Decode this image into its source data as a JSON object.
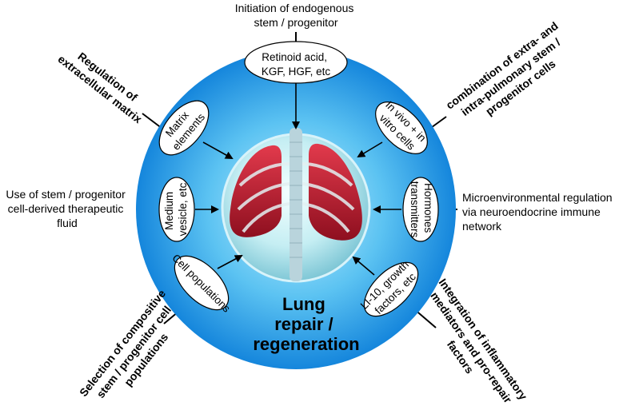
{
  "center_label": [
    "Lung",
    "repair /",
    "regeneration"
  ],
  "outer_labels": {
    "top": [
      "Initiation of endogenous",
      "stem / progenitor"
    ],
    "top_left": [
      "Regulation of",
      "extracellular matrix"
    ],
    "top_right": [
      "combination of  extra- and",
      "intra-pulmonary stem /",
      "progenitor cells"
    ],
    "left": [
      "Use of stem / progenitor",
      "cell-derived  therapeutic",
      "fluid"
    ],
    "right": [
      "Microenvironmental regulation",
      "via neuroendocrine immune",
      "network"
    ],
    "bottom_left": [
      "Selection of compositive",
      "stem / progenitor cell",
      "populations"
    ],
    "bottom_right": [
      "Integration of inflammatory",
      "mediators and pro-repair",
      "factors"
    ]
  },
  "ovals": {
    "top": [
      "Retinoid acid,",
      "KGF, HGF, etc"
    ],
    "top_left": [
      "Matrix",
      "elements"
    ],
    "top_right": [
      "In vivo + in",
      "vitro cells"
    ],
    "left": [
      "Medium",
      "vesicle, etc"
    ],
    "right": [
      "Hormones",
      "transmitters"
    ],
    "bottom_left": [
      "Cell populations"
    ],
    "bottom_right": [
      "LI-10, growth",
      "factors, etc"
    ]
  },
  "colors": {
    "ring_outer": "#1a8fe0",
    "ring_inner": "#7fd2f6",
    "lung": "#c0182c",
    "spine": "#b9d4dc"
  }
}
